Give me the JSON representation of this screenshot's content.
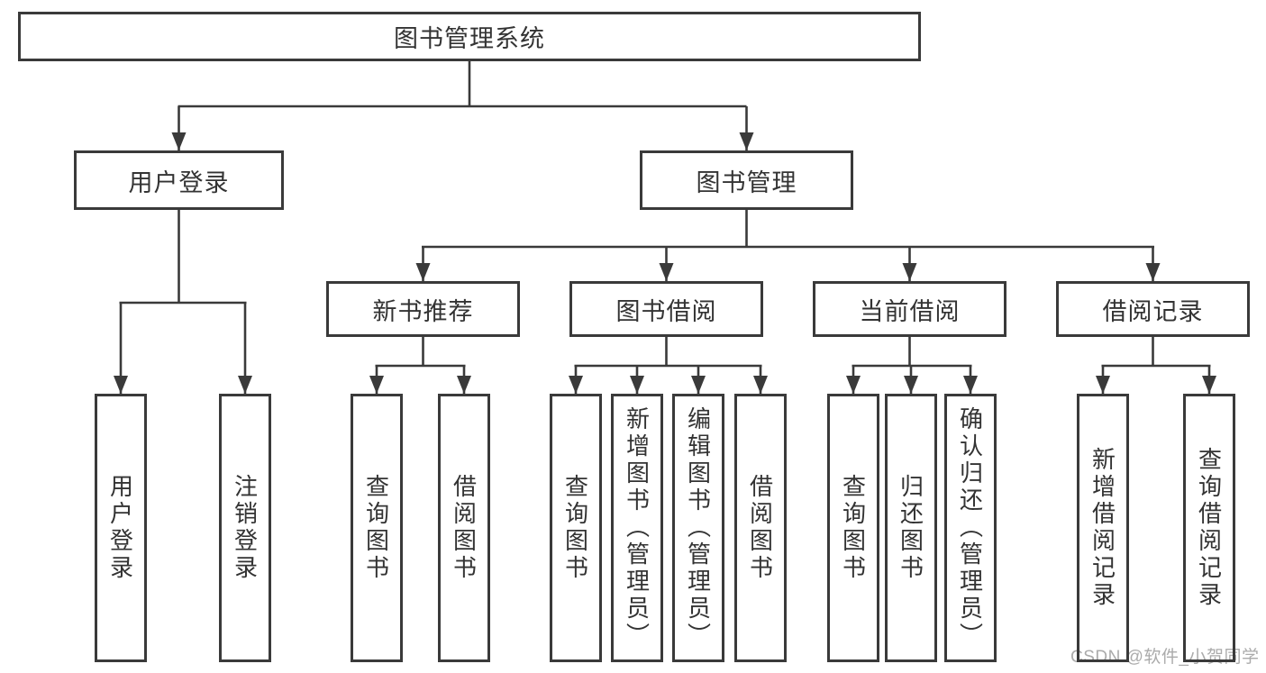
{
  "tree": {
    "root": {
      "label": "图书管理系统",
      "children": [
        {
          "label": "用户登录",
          "children": [
            {
              "label": "用户登录"
            },
            {
              "label": "注销登录"
            }
          ]
        },
        {
          "label": "图书管理",
          "children": [
            {
              "label": "新书推荐",
              "children": [
                {
                  "label": "查询图书"
                },
                {
                  "label": "借阅图书"
                }
              ]
            },
            {
              "label": "图书借阅",
              "children": [
                {
                  "label": "查询图书"
                },
                {
                  "label": "新增图书（管理员）"
                },
                {
                  "label": "编辑图书（管理员）"
                },
                {
                  "label": "借阅图书"
                }
              ]
            },
            {
              "label": "当前借阅",
              "children": [
                {
                  "label": "查询图书"
                },
                {
                  "label": "归还图书"
                },
                {
                  "label": "确认归还（管理员）"
                }
              ]
            },
            {
              "label": "借阅记录",
              "children": [
                {
                  "label": "新增借阅记录"
                },
                {
                  "label": "查询借阅记录"
                }
              ]
            }
          ]
        }
      ]
    }
  },
  "watermark": {
    "text": "CSDN @软件_小贺同学"
  },
  "colors": {
    "line": "#3a3a3a",
    "text": "#333333",
    "watermark": "#ababab",
    "background": "#ffffff"
  }
}
